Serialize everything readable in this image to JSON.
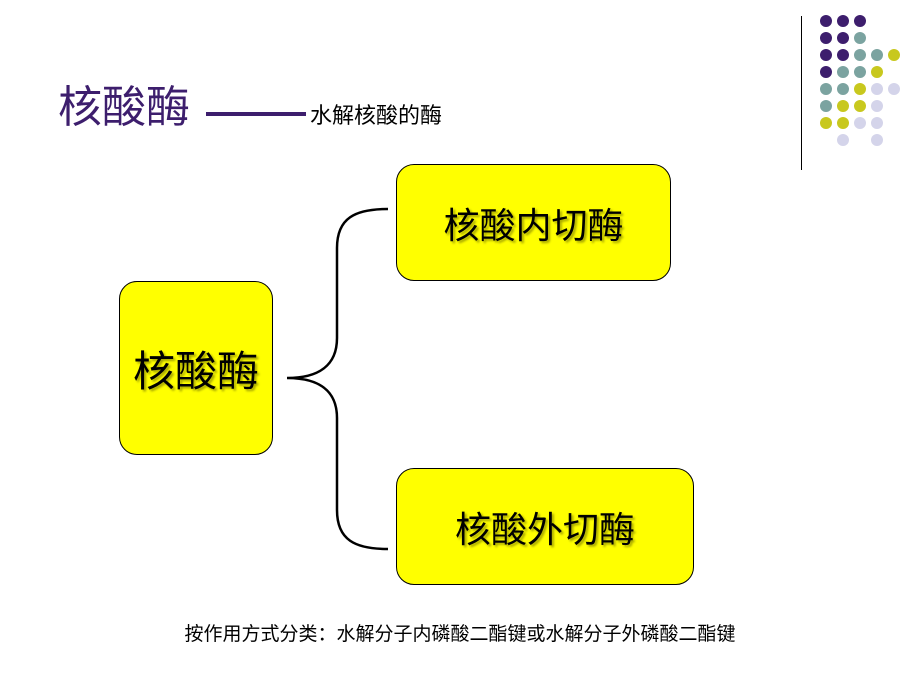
{
  "title": {
    "main": "核酸酶",
    "subtitle": "水解核酸的酶"
  },
  "diagram": {
    "root": "核酸酶",
    "branch_top": "核酸内切酶",
    "branch_bottom": "核酸外切酶"
  },
  "caption": "按作用方式分类：水解分子内磷酸二酯键或水解分子外磷酸二酯键",
  "colors": {
    "title": "#3d1e6d",
    "box_fill": "#ffff00",
    "dot_purple": "#3d1e6d",
    "dot_teal": "#7ba3a0",
    "dot_olive": "#c8c81e",
    "dot_lavender": "#d4d4ea"
  }
}
